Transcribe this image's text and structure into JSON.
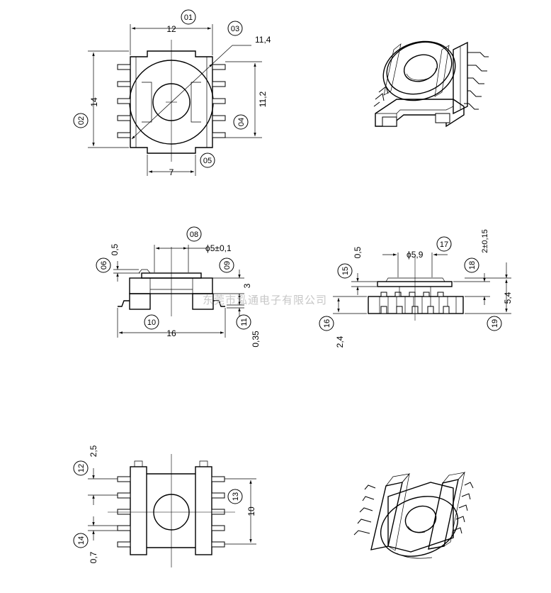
{
  "watermark": "东莞市泓通电子有限公司",
  "callouts": [
    "01",
    "02",
    "03",
    "04",
    "05",
    "06",
    "08",
    "09",
    "10",
    "11",
    "12",
    "13",
    "14",
    "15",
    "16",
    "17",
    "18",
    "19"
  ],
  "dims": {
    "top_width": "12",
    "top_height": "14",
    "diag": "11,4",
    "inner_height": "11,2",
    "bottom_width": "7",
    "side_top_gap": "0,5",
    "side_dia": "ϕ5±0,1",
    "side_height": "3",
    "side_width": "16",
    "side_lead": "0,35",
    "front_top_gap": "0,5",
    "front_dia": "ϕ5,9",
    "front_h1": "2±0,15",
    "front_total": "5,4",
    "front_base": "2,4",
    "bottom_top": "2,5",
    "bottom_height": "10",
    "bottom_small": "0,7"
  }
}
